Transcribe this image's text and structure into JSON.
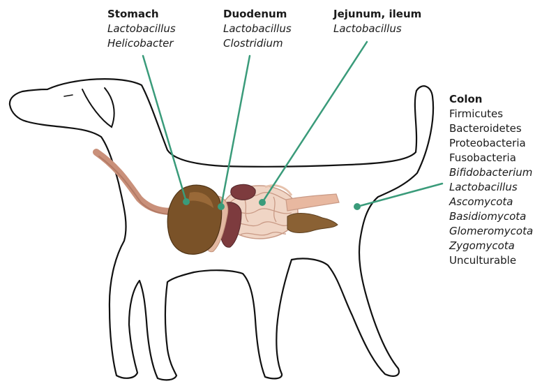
{
  "regions": {
    "stomach": {
      "title": "Stomach",
      "organisms": [
        {
          "name": "Lactobacillus",
          "italic": true
        },
        {
          "name": "Helicobacter",
          "italic": true
        }
      ]
    },
    "duodenum": {
      "title": "Duodenum",
      "organisms": [
        {
          "name": "Lactobacillus",
          "italic": true
        },
        {
          "name": "Clostridium",
          "italic": true
        }
      ]
    },
    "jejunum_ileum": {
      "title": "Jejunum, ileum",
      "organisms": [
        {
          "name": "Lactobacillus",
          "italic": true
        }
      ]
    },
    "colon": {
      "title": "Colon",
      "organisms": [
        {
          "name": "Firmicutes",
          "italic": false
        },
        {
          "name": "Bacteroidetes",
          "italic": false
        },
        {
          "name": "Proteobacteria",
          "italic": false
        },
        {
          "name": "Fusobacteria",
          "italic": false
        },
        {
          "name": "Bifidobacterium",
          "italic": true
        },
        {
          "name": "Lactobacillus",
          "italic": true
        },
        {
          "name": "Ascomycota",
          "italic": true
        },
        {
          "name": "Basidiomycota",
          "italic": true
        },
        {
          "name": "Glomeromycota",
          "italic": true
        },
        {
          "name": "Zygomycota",
          "italic": true
        },
        {
          "name": "Unculturable",
          "italic": false
        }
      ]
    }
  },
  "colors": {
    "leader_line": "#3a9b7a",
    "outline": "#111111",
    "esophagus": "#c9907a",
    "stomach": "#7a5228",
    "stomach_light": "#a7743f",
    "duodenum": "#e2b7a0",
    "liver": "#7d3b3e",
    "intestine": "#f0d5c5",
    "intestine_line": "#c99a86",
    "colon_organ": "#8a6134",
    "text": "#1a1a1a"
  }
}
